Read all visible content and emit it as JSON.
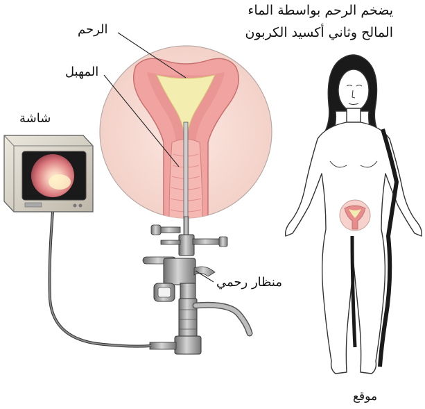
{
  "labels": {
    "insufflation_line1": "يضخم الرحم بواسطة الماء",
    "insufflation_line2": "المالح وثاني أكسيد الكربون",
    "uterus": "الرحم",
    "vagina": "المهبل",
    "monitor": "شاشة",
    "hysteroscope": "منظار رحمي",
    "location": "موقع"
  },
  "colors": {
    "tissue": "#f0a3a0",
    "tissue_dark": "#d97f7e",
    "inset_bg": "#f7ddd6",
    "cavity_fluid": "#f4edb0",
    "monitor_body": "#ddd8cc",
    "screen": "#1a1a1a",
    "metal": "#8b8b8b",
    "outline": "#222222"
  }
}
